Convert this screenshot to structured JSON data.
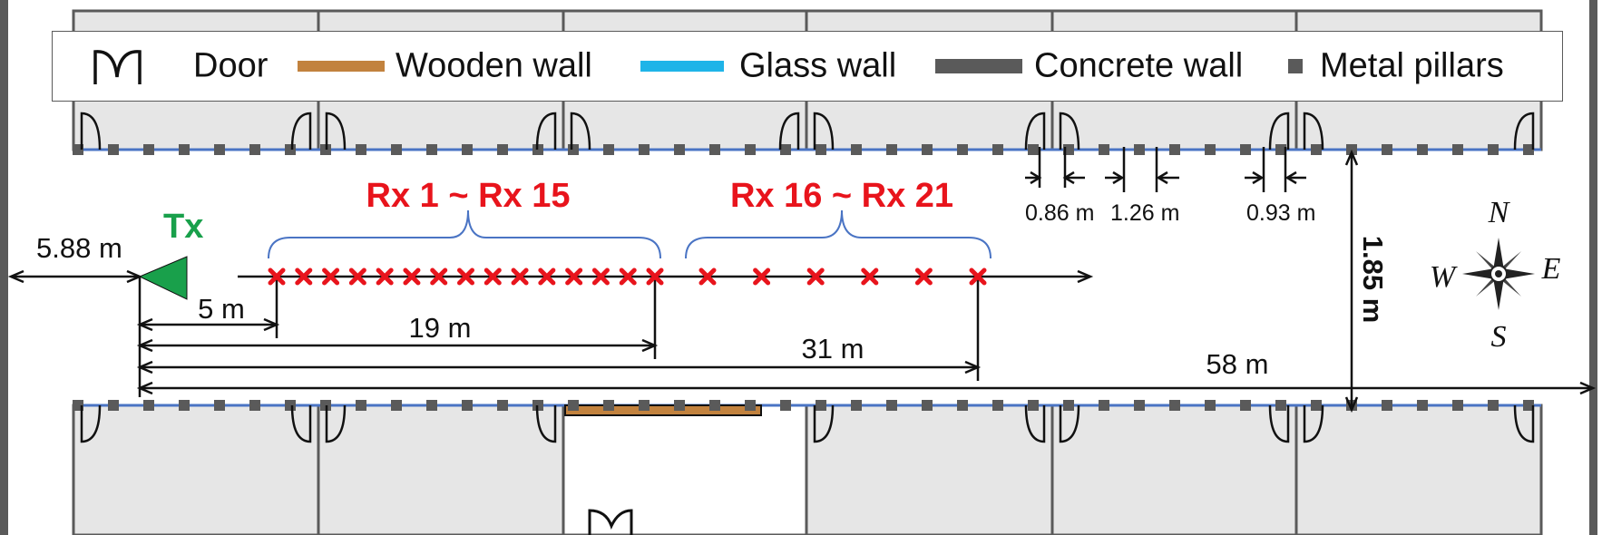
{
  "legend": {
    "door_label": "Door",
    "wooden_label": "Wooden wall",
    "glass_label": "Glass wall",
    "concrete_label": "Concrete wall",
    "metal_label": "Metal pillars"
  },
  "labels": {
    "tx": "Tx",
    "rx_group1": "Rx 1 ~ Rx 15",
    "rx_group2": "Rx 16 ~ Rx 21",
    "dist_back": "5.88 m",
    "dist_5": "5 m",
    "dist_19": "19 m",
    "dist_31": "31 m",
    "dist_58": "58 m",
    "width_185": "1.85 m",
    "gap_086": "0.86 m",
    "gap_126": "1.26 m",
    "gap_093": "0.93 m"
  },
  "compass": {
    "n": "N",
    "s": "S",
    "e": "E",
    "w": "W"
  },
  "colors": {
    "rx": "#e8141c",
    "tx": "#19a04b",
    "wood": "#c2823e",
    "glass": "#1fb4e8",
    "concrete": "#5a5a5a",
    "room_fill": "#e6e6e6",
    "brace": "#4a74c4"
  }
}
